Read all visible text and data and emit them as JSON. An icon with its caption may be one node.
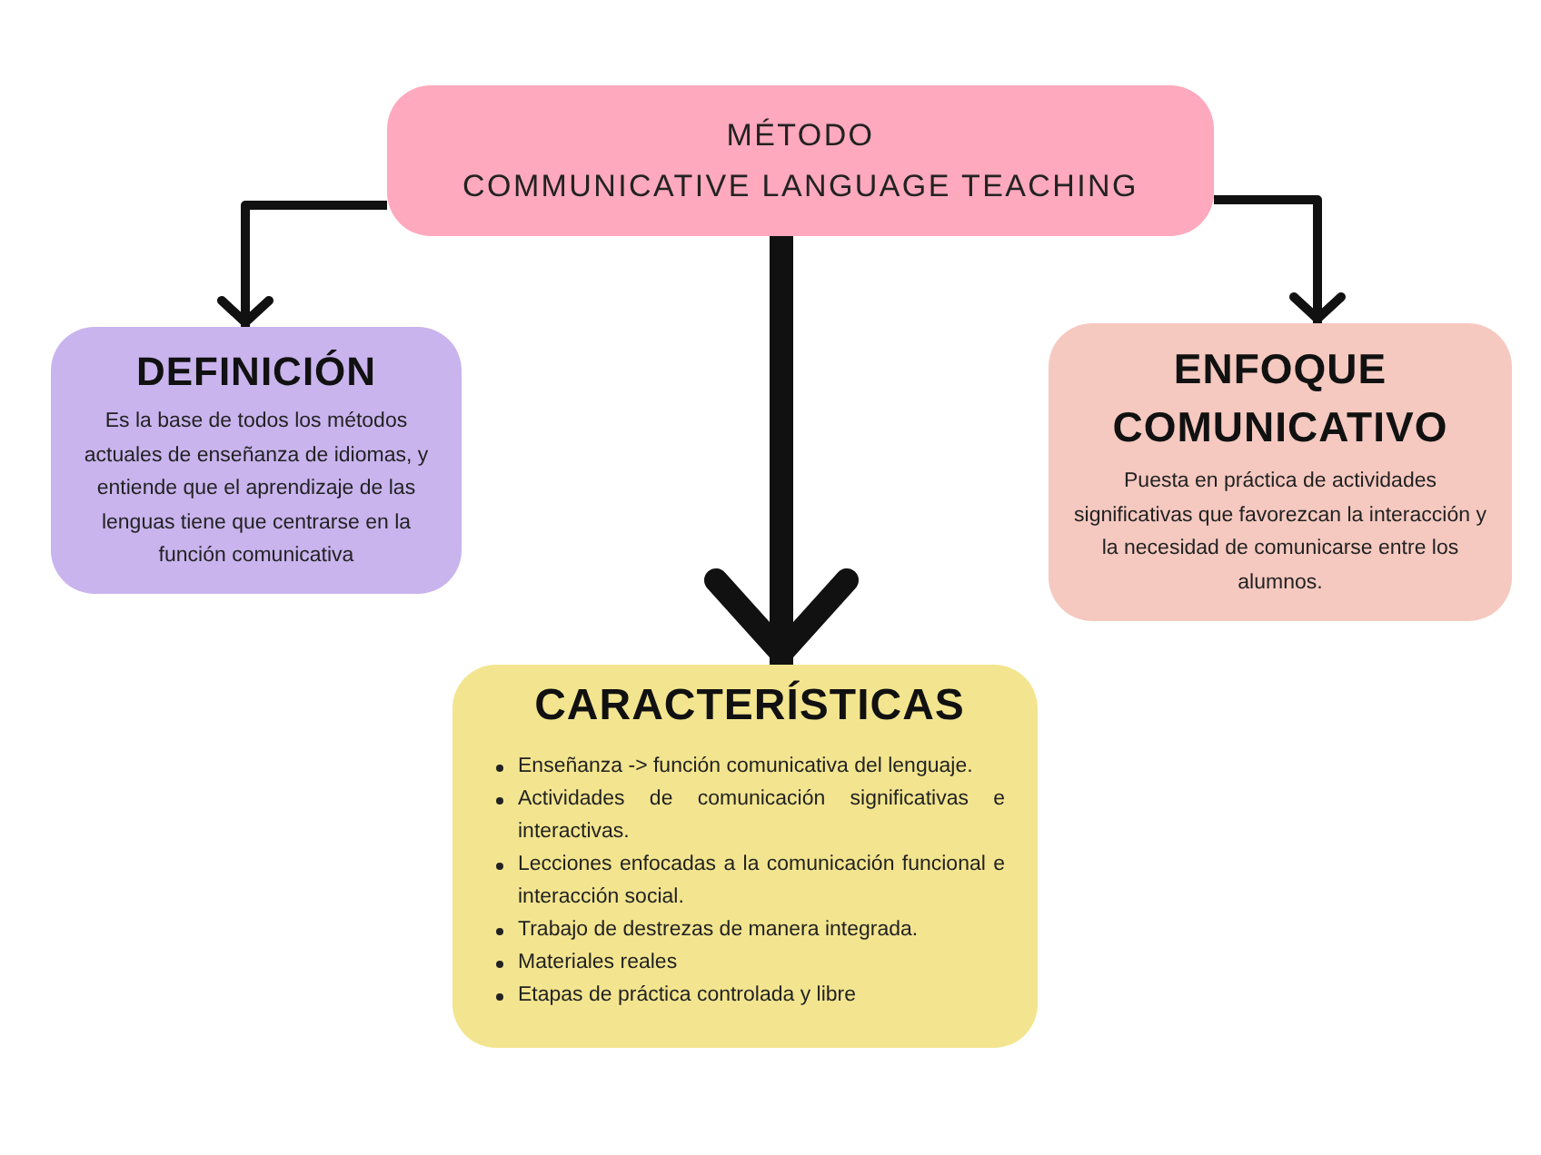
{
  "diagram": {
    "nodes": [
      {
        "text": [
          "MÉTODO",
          "COMMUNICATIVE LANGUAGE TEACHING"
        ]
      },
      {
        "text": [
          "DEFINICIÓN",
          "Es la base de todos los métodos actuales de enseñanza de idiomas, y entiende que el aprendizaje de las lenguas tiene que centrarse en la función comunicativa"
        ]
      },
      {
        "text": [
          "ENFOQUE COMUNICATIVO",
          "Puesta en práctica de actividades significativas que favorezcan la interacción y la necesidad de comunicarse entre los alumnos."
        ]
      },
      {
        "text": [
          "CARACTERÍSTICAS",
          "Enseñanza -> función comunicativa del lenguaje.",
          "Actividades de comunicación significativas e interactivas.",
          "Lecciones enfocadas a la comunicación funcional e interacción social.",
          "Trabajo de destrezas de manera integrada.",
          "Materiales reales",
          "Etapas de práctica controlada y libre"
        ]
      }
    ],
    "edges": [
      {
        "from": 0,
        "to": 1,
        "arrow": "to"
      },
      {
        "from": 0,
        "to": 3,
        "arrow": "to",
        "style": "thick"
      },
      {
        "from": 0,
        "to": 2,
        "arrow": "to"
      }
    ]
  }
}
